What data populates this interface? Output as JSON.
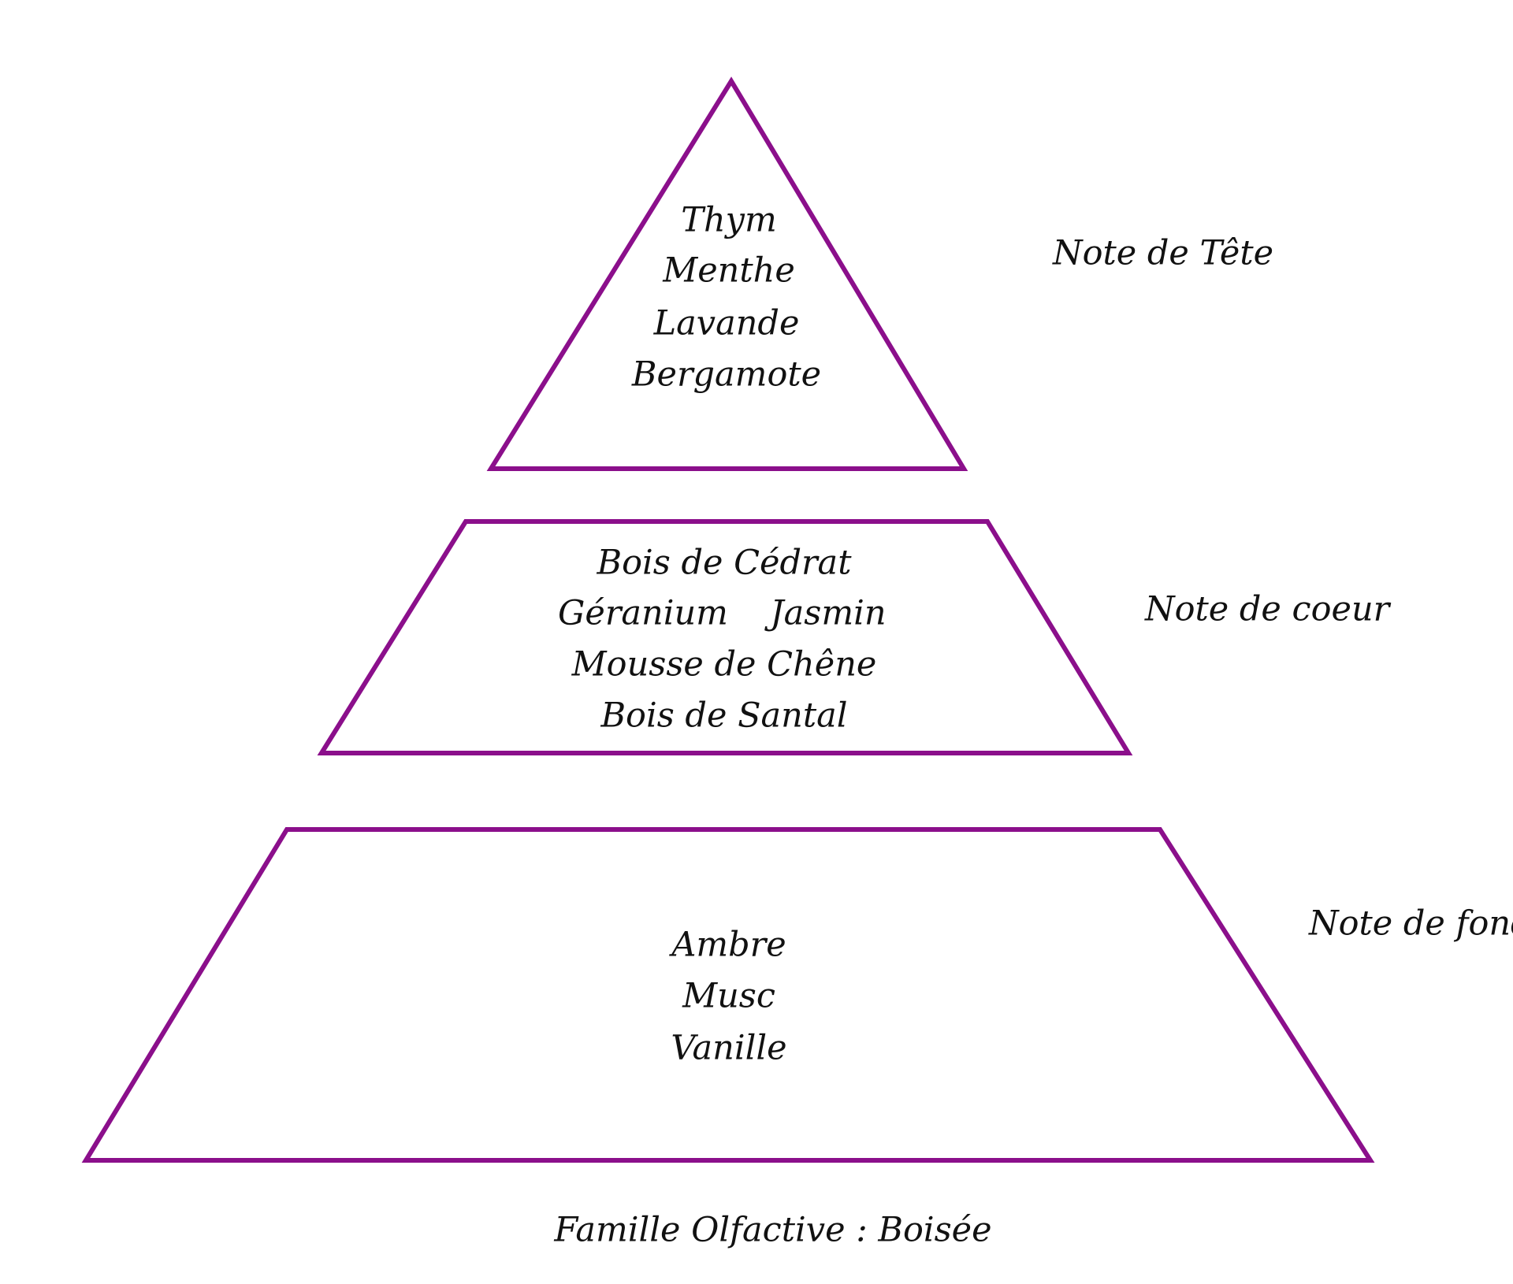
{
  "colors": {
    "outline": "#8b0f8b",
    "text": "#111111"
  },
  "pyramid": {
    "top": {
      "label": "Note de Tête",
      "notes": [
        "Thym",
        "Menthe",
        "Lavande",
        "Bergamote"
      ]
    },
    "middle": {
      "label": "Note de coeur",
      "notes": [
        "Bois de Cédrat",
        "Géranium",
        "Jasmin",
        "Mousse de Chêne",
        "Bois de Santal"
      ]
    },
    "base": {
      "label": "Note de fond",
      "notes": [
        "Ambre",
        "Musc",
        "Vanille"
      ]
    }
  },
  "footer": "Famille Olfactive : Boisée"
}
